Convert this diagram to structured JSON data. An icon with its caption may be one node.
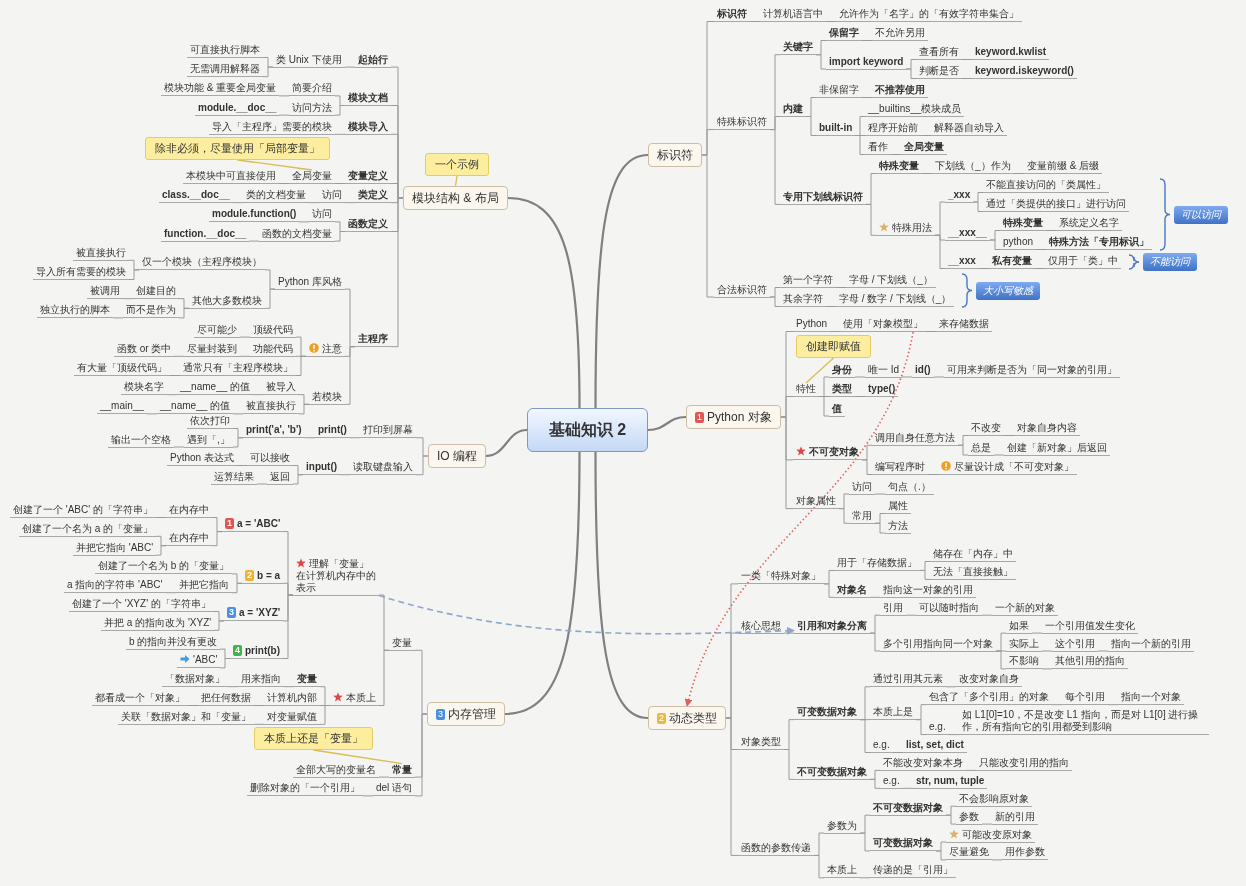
{
  "diagram": {
    "nodes": [
      {
        "text": [
          "基础知识 2"
        ]
      },
      {
        "text": [
          "标识符"
        ]
      },
      {
        "text": [
          "标识符"
        ]
      },
      {
        "text": [
          "计算机语言中"
        ]
      },
      {
        "text": [
          "允许作为「名字」的「有效字符串集合」"
        ]
      },
      {
        "text": [
          "特殊标识符"
        ]
      },
      {
        "text": [
          "关键字"
        ]
      },
      {
        "text": [
          "保留字"
        ]
      },
      {
        "text": [
          "不允许另用"
        ]
      },
      {
        "text": [
          "import keyword"
        ]
      },
      {
        "text": [
          "查看所有"
        ]
      },
      {
        "text": [
          "keyword.kwlist"
        ]
      },
      {
        "text": [
          "判断是否"
        ]
      },
      {
        "text": [
          "keyword.iskeyword()"
        ]
      },
      {
        "text": [
          "内建"
        ]
      },
      {
        "text": [
          "非保留字"
        ]
      },
      {
        "text": [
          "不推荐使用"
        ]
      },
      {
        "text": [
          "built-in"
        ]
      },
      {
        "text": [
          "__builtins__模块成员"
        ]
      },
      {
        "text": [
          "程序开始前"
        ]
      },
      {
        "text": [
          "解释器自动导入"
        ]
      },
      {
        "text": [
          "看作"
        ]
      },
      {
        "text": [
          "全局变量"
        ]
      },
      {
        "text": [
          "专用下划线标识符"
        ]
      },
      {
        "text": [
          "特殊变量"
        ]
      },
      {
        "text": [
          "下划线（_）作为"
        ]
      },
      {
        "text": [
          "变量前缀 & 后缀"
        ]
      },
      {
        "text": [
          "特殊用法"
        ]
      },
      {
        "text": [
          "_xxx"
        ]
      },
      {
        "text": [
          "不能直接访问的「类属性」"
        ]
      },
      {
        "text": [
          "通过「类提供的接口」进行访问"
        ]
      },
      {
        "text": [
          "__xxx__"
        ]
      },
      {
        "text": [
          "特殊变量"
        ]
      },
      {
        "text": [
          "系统定义名字"
        ]
      },
      {
        "text": [
          "python"
        ]
      },
      {
        "text": [
          "特殊方法「专用标识」"
        ]
      },
      {
        "text": [
          "__xxx"
        ]
      },
      {
        "text": [
          "私有变量"
        ]
      },
      {
        "text": [
          "仅用于「类」中"
        ]
      },
      {
        "text": [
          "合法标识符"
        ]
      },
      {
        "text": [
          "第一个字符"
        ]
      },
      {
        "text": [
          "字母 / 下划线（_）"
        ]
      },
      {
        "text": [
          "其余字符"
        ]
      },
      {
        "text": [
          "字母 / 数字 / 下划线（_）"
        ]
      },
      {
        "text": [
          "可以访问"
        ]
      },
      {
        "text": [
          "不能访问"
        ]
      },
      {
        "text": [
          "大小写敏感"
        ]
      },
      {
        "text": [
          "1",
          "Python 对象"
        ]
      },
      {
        "text": [
          "Python"
        ]
      },
      {
        "text": [
          "使用「对象模型」"
        ]
      },
      {
        "text": [
          "来存储数据"
        ]
      },
      {
        "text": [
          "特性"
        ]
      },
      {
        "text": [
          "身份"
        ]
      },
      {
        "text": [
          "唯一 Id"
        ]
      },
      {
        "text": [
          "id()"
        ]
      },
      {
        "text": [
          "可用来判断是否为「同一对象的引用」"
        ]
      },
      {
        "text": [
          "类型"
        ]
      },
      {
        "text": [
          "type()"
        ]
      },
      {
        "text": [
          "值"
        ]
      },
      {
        "text": [
          "不可变对象"
        ]
      },
      {
        "text": [
          "调用自身任意方法"
        ]
      },
      {
        "text": [
          "不改变"
        ]
      },
      {
        "text": [
          "对象自身内容"
        ]
      },
      {
        "text": [
          "总是"
        ]
      },
      {
        "text": [
          "创建「新对象」后返回"
        ]
      },
      {
        "text": [
          "编写程序时"
        ]
      },
      {
        "text": [
          "尽量设计成「不可变对象」"
        ]
      },
      {
        "text": [
          "对象属性"
        ]
      },
      {
        "text": [
          "访问"
        ]
      },
      {
        "text": [
          "句点（.）"
        ]
      },
      {
        "text": [
          "常用"
        ]
      },
      {
        "text": [
          "属性"
        ]
      },
      {
        "text": [
          "方法"
        ]
      },
      {
        "text": [
          "创建即赋值"
        ]
      },
      {
        "text": [
          "2",
          "动态类型"
        ]
      },
      {
        "text": [
          "一类「特殊对象」"
        ]
      },
      {
        "text": [
          "用于「存储数据」"
        ]
      },
      {
        "text": [
          "储存在「内存」中"
        ]
      },
      {
        "text": [
          "无法「直接接触」"
        ]
      },
      {
        "text": [
          "对象名"
        ]
      },
      {
        "text": [
          "指向这一对象的引用"
        ]
      },
      {
        "text": [
          "核心思想"
        ]
      },
      {
        "text": [
          "引用和对象分离"
        ]
      },
      {
        "text": [
          "引用"
        ]
      },
      {
        "text": [
          "可以随时指向"
        ]
      },
      {
        "text": [
          "一个新的对象"
        ]
      },
      {
        "text": [
          "多个引用指向同一个对象"
        ]
      },
      {
        "text": [
          "如果"
        ]
      },
      {
        "text": [
          "一个引用值发生变化"
        ]
      },
      {
        "text": [
          "实际上"
        ]
      },
      {
        "text": [
          "这个引用"
        ]
      },
      {
        "text": [
          "指向一个新的引用"
        ]
      },
      {
        "text": [
          "不影响"
        ]
      },
      {
        "text": [
          "其他引用的指向"
        ]
      },
      {
        "text": [
          "对象类型"
        ]
      },
      {
        "text": [
          "可变数据对象"
        ]
      },
      {
        "text": [
          "通过引用其元素"
        ]
      },
      {
        "text": [
          "改变对象自身"
        ]
      },
      {
        "text": [
          "本质上是"
        ]
      },
      {
        "text": [
          "包含了「多个引用」的对象"
        ]
      },
      {
        "text": [
          "每个引用"
        ]
      },
      {
        "text": [
          "指向一个对象"
        ]
      },
      {
        "text": [
          "e.g."
        ]
      },
      {
        "text": [
          "如 L1[0]=10，不是改变 L1 指向，而是对 L1[0] 进行操作，所有指向它的引用都受到影响"
        ]
      },
      {
        "text": [
          "e.g."
        ]
      },
      {
        "text": [
          "list, set, dict"
        ]
      },
      {
        "text": [
          "不可变数据对象"
        ]
      },
      {
        "text": [
          "不能改变对象本身"
        ]
      },
      {
        "text": [
          "只能改变引用的指向"
        ]
      },
      {
        "text": [
          "e.g."
        ]
      },
      {
        "text": [
          "str, num, tuple"
        ]
      },
      {
        "text": [
          "函数的参数传递"
        ]
      },
      {
        "text": [
          "参数为"
        ]
      },
      {
        "text": [
          "不可变数据对象"
        ]
      },
      {
        "text": [
          "不会影响原对象"
        ]
      },
      {
        "text": [
          "参数"
        ]
      },
      {
        "text": [
          "新的引用"
        ]
      },
      {
        "text": [
          "可变数据对象"
        ]
      },
      {
        "text": [
          "可能改变原对象"
        ]
      },
      {
        "text": [
          "尽量避免"
        ]
      },
      {
        "text": [
          "用作参数"
        ]
      },
      {
        "text": [
          "本质上"
        ]
      },
      {
        "text": [
          "传递的是「引用」"
        ]
      },
      {
        "text": [
          "模块结构 & 布局"
        ]
      },
      {
        "text": [
          "起始行"
        ]
      },
      {
        "text": [
          "类 Unix 下使用"
        ]
      },
      {
        "text": [
          "可直接执行脚本"
        ]
      },
      {
        "text": [
          "无需调用解释器"
        ]
      },
      {
        "text": [
          "模块文档"
        ]
      },
      {
        "text": [
          "简要介绍"
        ]
      },
      {
        "text": [
          "模块功能 & 重要全局变量"
        ]
      },
      {
        "text": [
          "访问方法"
        ]
      },
      {
        "text": [
          "module.__doc__"
        ]
      },
      {
        "text": [
          "模块导入"
        ]
      },
      {
        "text": [
          "导入「主程序」需要的模块"
        ]
      },
      {
        "text": [
          "变量定义"
        ]
      },
      {
        "text": [
          "全局变量"
        ]
      },
      {
        "text": [
          "本模块中可直接使用"
        ]
      },
      {
        "text": [
          "类定义"
        ]
      },
      {
        "text": [
          "访问"
        ]
      },
      {
        "text": [
          "类的文档变量"
        ]
      },
      {
        "text": [
          "class.__doc__"
        ]
      },
      {
        "text": [
          "函数定义"
        ]
      },
      {
        "text": [
          "访问"
        ]
      },
      {
        "text": [
          "module.function()"
        ]
      },
      {
        "text": [
          "函数的文档变量"
        ]
      },
      {
        "text": [
          "function.__doc__"
        ]
      },
      {
        "text": [
          "主程序"
        ]
      },
      {
        "text": [
          "Python 库风格"
        ]
      },
      {
        "text": [
          "仅一个模块（主程序模块）"
        ]
      },
      {
        "text": [
          "被直接执行"
        ]
      },
      {
        "text": [
          "导入所有需要的模块"
        ]
      },
      {
        "text": [
          "其他大多数模块"
        ]
      },
      {
        "text": [
          "创建目的"
        ]
      },
      {
        "text": [
          "被调用"
        ]
      },
      {
        "text": [
          "而不是作为"
        ]
      },
      {
        "text": [
          "独立执行的脚本"
        ]
      },
      {
        "text": [
          "注意"
        ]
      },
      {
        "text": [
          "顶级代码"
        ]
      },
      {
        "text": [
          "尽可能少"
        ]
      },
      {
        "text": [
          "功能代码"
        ]
      },
      {
        "text": [
          "尽量封装到"
        ]
      },
      {
        "text": [
          "函数 or 类中"
        ]
      },
      {
        "text": [
          "通常只有「主程序模块」"
        ]
      },
      {
        "text": [
          "有大量「顶级代码」"
        ]
      },
      {
        "text": [
          "若模块"
        ]
      },
      {
        "text": [
          "被导入"
        ]
      },
      {
        "text": [
          "__name__ 的值"
        ]
      },
      {
        "text": [
          "模块名字"
        ]
      },
      {
        "text": [
          "被直接执行"
        ]
      },
      {
        "text": [
          "__name__ 的值"
        ]
      },
      {
        "text": [
          "__main__"
        ]
      },
      {
        "text": [
          "一个示例"
        ]
      },
      {
        "text": [
          "除非必须，尽量使用「局部变量」"
        ]
      },
      {
        "text": [
          "IO 编程"
        ]
      },
      {
        "text": [
          "打印到屏幕"
        ]
      },
      {
        "text": [
          "print()"
        ]
      },
      {
        "text": [
          "print('a', 'b')"
        ]
      },
      {
        "text": [
          "依次打印"
        ]
      },
      {
        "text": [
          "遇到「,」"
        ]
      },
      {
        "text": [
          "输出一个空格"
        ]
      },
      {
        "text": [
          "读取键盘输入"
        ]
      },
      {
        "text": [
          "input()"
        ]
      },
      {
        "text": [
          "可以接收"
        ]
      },
      {
        "text": [
          "Python 表达式"
        ]
      },
      {
        "text": [
          "返回"
        ]
      },
      {
        "text": [
          "运算结果"
        ]
      },
      {
        "text": [
          "3",
          "内存管理"
        ]
      },
      {
        "text": [
          "变量"
        ]
      },
      {
        "text": [
          "理解「变量」在计算机内存中的表示"
        ]
      },
      {
        "text": [
          "1",
          "a = 'ABC'"
        ]
      },
      {
        "text": [
          "在内存中"
        ]
      },
      {
        "text": [
          "创建了一个 'ABC' 的「字符串」"
        ]
      },
      {
        "text": [
          "在内存中"
        ]
      },
      {
        "text": [
          "创建了一个名为 a 的「变量」"
        ]
      },
      {
        "text": [
          "并把它指向 'ABC'"
        ]
      },
      {
        "text": [
          "2",
          "b = a"
        ]
      },
      {
        "text": [
          "创建了一个名为 b 的「变量」"
        ]
      },
      {
        "text": [
          "并把它指向"
        ]
      },
      {
        "text": [
          "a 指向的字符串 'ABC'"
        ]
      },
      {
        "text": [
          "3",
          "a = 'XYZ'"
        ]
      },
      {
        "text": [
          "创建了一个 'XYZ' 的「字符串」"
        ]
      },
      {
        "text": [
          "并把 a 的指向改为 'XYZ'"
        ]
      },
      {
        "text": [
          "4",
          "print(b)"
        ]
      },
      {
        "text": [
          "b 的指向并没有更改"
        ]
      },
      {
        "text": [
          "'ABC'"
        ]
      },
      {
        "text": [
          "本质上"
        ]
      },
      {
        "text": [
          "变量"
        ]
      },
      {
        "text": [
          "用来指向"
        ]
      },
      {
        "text": [
          "「数据对象」"
        ]
      },
      {
        "text": [
          "计算机内部"
        ]
      },
      {
        "text": [
          "把任何数据"
        ]
      },
      {
        "text": [
          "都看成一个「对象」"
        ]
      },
      {
        "text": [
          "对变量赋值"
        ]
      },
      {
        "text": [
          "关联「数据对象」和「变量」"
        ]
      },
      {
        "text": [
          "常量"
        ]
      },
      {
        "text": [
          "全部大写的变量名"
        ]
      },
      {
        "text": [
          "del 语句"
        ]
      },
      {
        "text": [
          "删除对象的「一个引用」"
        ]
      },
      {
        "text": [
          "本质上还是「变量」"
        ]
      }
    ],
    "edges": [
      {
        "from": 0,
        "to": 1,
        "arrow": "none"
      },
      {
        "from": 1,
        "to": 2,
        "arrow": "none"
      },
      {
        "from": 2,
        "to": 3,
        "arrow": "none"
      },
      {
        "from": 3,
        "to": 4,
        "arrow": "none"
      },
      {
        "from": 1,
        "to": 5,
        "arrow": "none"
      },
      {
        "from": 5,
        "to": 6,
        "arrow": "none"
      },
      {
        "from": 6,
        "to": 7,
        "arrow": "none"
      },
      {
        "from": 7,
        "to": 8,
        "arrow": "none"
      },
      {
        "from": 6,
        "to": 9,
        "arrow": "none"
      },
      {
        "from": 9,
        "to": 10,
        "arrow": "none"
      },
      {
        "from": 10,
        "to": 11,
        "arrow": "none"
      },
      {
        "from": 9,
        "to": 12,
        "arrow": "none"
      },
      {
        "from": 12,
        "to": 13,
        "arrow": "none"
      },
      {
        "from": 5,
        "to": 14,
        "arrow": "none"
      },
      {
        "from": 14,
        "to": 15,
        "arrow": "none"
      },
      {
        "from": 15,
        "to": 16,
        "arrow": "none"
      },
      {
        "from": 14,
        "to": 17,
        "arrow": "none"
      },
      {
        "from": 17,
        "to": 18,
        "arrow": "none"
      },
      {
        "from": 17,
        "to": 19,
        "arrow": "none"
      },
      {
        "from": 19,
        "to": 20,
        "arrow": "none"
      },
      {
        "from": 17,
        "to": 21,
        "arrow": "none"
      },
      {
        "from": 21,
        "to": 22,
        "arrow": "none"
      },
      {
        "from": 5,
        "to": 23,
        "arrow": "none"
      },
      {
        "from": 23,
        "to": 24,
        "arrow": "none"
      },
      {
        "from": 24,
        "to": 25,
        "arrow": "none"
      },
      {
        "from": 25,
        "to": 26,
        "arrow": "none"
      },
      {
        "from": 23,
        "to": 27,
        "arrow": "none"
      },
      {
        "from": 27,
        "to": 28,
        "arrow": "none"
      },
      {
        "from": 28,
        "to": 29,
        "arrow": "none"
      },
      {
        "from": 28,
        "to": 30,
        "arrow": "none"
      },
      {
        "from": 27,
        "to": 31,
        "arrow": "none"
      },
      {
        "from": 31,
        "to": 32,
        "arrow": "none"
      },
      {
        "from": 32,
        "to": 33,
        "arrow": "none"
      },
      {
        "from": 31,
        "to": 34,
        "arrow": "none"
      },
      {
        "from": 34,
        "to": 35,
        "arrow": "none"
      },
      {
        "from": 27,
        "to": 36,
        "arrow": "none"
      },
      {
        "from": 36,
        "to": 37,
        "arrow": "none"
      },
      {
        "from": 37,
        "to": 38,
        "arrow": "none"
      },
      {
        "from": 1,
        "to": 39,
        "arrow": "none"
      },
      {
        "from": 39,
        "to": 40,
        "arrow": "none"
      },
      {
        "from": 40,
        "to": 41,
        "arrow": "none"
      },
      {
        "from": 39,
        "to": 42,
        "arrow": "none"
      },
      {
        "from": 42,
        "to": 43,
        "arrow": "none"
      },
      {
        "from": 0,
        "to": 47,
        "arrow": "none"
      },
      {
        "from": 47,
        "to": 48,
        "arrow": "none"
      },
      {
        "from": 48,
        "to": 49,
        "arrow": "none"
      },
      {
        "from": 49,
        "to": 50,
        "arrow": "none"
      },
      {
        "from": 47,
        "to": 51,
        "arrow": "none"
      },
      {
        "from": 51,
        "to": 52,
        "arrow": "none"
      },
      {
        "from": 52,
        "to": 53,
        "arrow": "none"
      },
      {
        "from": 53,
        "to": 54,
        "arrow": "none"
      },
      {
        "from": 54,
        "to": 55,
        "arrow": "none"
      },
      {
        "from": 51,
        "to": 56,
        "arrow": "none"
      },
      {
        "from": 56,
        "to": 57,
        "arrow": "none"
      },
      {
        "from": 51,
        "to": 58,
        "arrow": "none"
      },
      {
        "from": 47,
        "to": 59,
        "arrow": "none"
      },
      {
        "from": 59,
        "to": 60,
        "arrow": "none"
      },
      {
        "from": 60,
        "to": 61,
        "arrow": "none"
      },
      {
        "from": 61,
        "to": 62,
        "arrow": "none"
      },
      {
        "from": 60,
        "to": 63,
        "arrow": "none"
      },
      {
        "from": 63,
        "to": 64,
        "arrow": "none"
      },
      {
        "from": 59,
        "to": 65,
        "arrow": "none"
      },
      {
        "from": 65,
        "to": 66,
        "arrow": "none"
      },
      {
        "from": 47,
        "to": 67,
        "arrow": "none"
      },
      {
        "from": 67,
        "to": 68,
        "arrow": "none"
      },
      {
        "from": 68,
        "to": 69,
        "arrow": "none"
      },
      {
        "from": 67,
        "to": 70,
        "arrow": "none"
      },
      {
        "from": 70,
        "to": 71,
        "arrow": "none"
      },
      {
        "from": 70,
        "to": 72,
        "arrow": "none"
      },
      {
        "from": 0,
        "to": 74,
        "arrow": "none"
      },
      {
        "from": 74,
        "to": 75,
        "arrow": "none"
      },
      {
        "from": 75,
        "to": 76,
        "arrow": "none"
      },
      {
        "from": 76,
        "to": 77,
        "arrow": "none"
      },
      {
        "from": 76,
        "to": 78,
        "arrow": "none"
      },
      {
        "from": 75,
        "to": 79,
        "arrow": "none"
      },
      {
        "from": 79,
        "to": 80,
        "arrow": "none"
      },
      {
        "from": 74,
        "to": 81,
        "arrow": "none"
      },
      {
        "from": 81,
        "to": 82,
        "arrow": "none"
      },
      {
        "from": 82,
        "to": 83,
        "arrow": "none"
      },
      {
        "from": 83,
        "to": 84,
        "arrow": "none"
      },
      {
        "from": 84,
        "to": 85,
        "arrow": "none"
      },
      {
        "from": 82,
        "to": 86,
        "arrow": "none"
      },
      {
        "from": 86,
        "to": 87,
        "arrow": "none"
      },
      {
        "from": 87,
        "to": 88,
        "arrow": "none"
      },
      {
        "from": 86,
        "to": 89,
        "arrow": "none"
      },
      {
        "from": 89,
        "to": 90,
        "arrow": "none"
      },
      {
        "from": 90,
        "to": 91,
        "arrow": "none"
      },
      {
        "from": 86,
        "to": 92,
        "arrow": "none"
      },
      {
        "from": 92,
        "to": 93,
        "arrow": "none"
      },
      {
        "from": 74,
        "to": 94,
        "arrow": "none"
      },
      {
        "from": 94,
        "to": 95,
        "arrow": "none"
      },
      {
        "from": 95,
        "to": 96,
        "arrow": "none"
      },
      {
        "from": 96,
        "to": 97,
        "arrow": "none"
      },
      {
        "from": 95,
        "to": 98,
        "arrow": "none"
      },
      {
        "from": 98,
        "to": 99,
        "arrow": "none"
      },
      {
        "from": 99,
        "to": 100,
        "arrow": "none"
      },
      {
        "from": 100,
        "to": 101,
        "arrow": "none"
      },
      {
        "from": 98,
        "to": 102,
        "arrow": "none"
      },
      {
        "from": 102,
        "to": 103,
        "arrow": "none"
      },
      {
        "from": 95,
        "to": 104,
        "arrow": "none"
      },
      {
        "from": 104,
        "to": 105,
        "arrow": "none"
      },
      {
        "from": 94,
        "to": 106,
        "arrow": "none"
      },
      {
        "from": 106,
        "to": 107,
        "arrow": "none"
      },
      {
        "from": 107,
        "to": 108,
        "arrow": "none"
      },
      {
        "from": 106,
        "to": 109,
        "arrow": "none"
      },
      {
        "from": 109,
        "to": 110,
        "arrow": "none"
      },
      {
        "from": 74,
        "to": 111,
        "arrow": "none"
      },
      {
        "from": 111,
        "to": 112,
        "arrow": "none"
      },
      {
        "from": 112,
        "to": 113,
        "arrow": "none"
      },
      {
        "from": 113,
        "to": 114,
        "arrow": "none"
      },
      {
        "from": 113,
        "to": 115,
        "arrow": "none"
      },
      {
        "from": 115,
        "to": 116,
        "arrow": "none"
      },
      {
        "from": 112,
        "to": 117,
        "arrow": "none"
      },
      {
        "from": 117,
        "to": 118,
        "arrow": "none"
      },
      {
        "from": 117,
        "to": 119,
        "arrow": "none"
      },
      {
        "from": 119,
        "to": 120,
        "arrow": "none"
      },
      {
        "from": 111,
        "to": 121,
        "arrow": "none"
      },
      {
        "from": 121,
        "to": 122,
        "arrow": "none"
      },
      {
        "from": 0,
        "to": 123,
        "arrow": "none"
      },
      {
        "from": 123,
        "to": 124,
        "arrow": "none"
      },
      {
        "from": 124,
        "to": 125,
        "arrow": "none"
      },
      {
        "from": 125,
        "to": 126,
        "arrow": "none"
      },
      {
        "from": 125,
        "to": 127,
        "arrow": "none"
      },
      {
        "from": 123,
        "to": 128,
        "arrow": "none"
      },
      {
        "from": 128,
        "to": 129,
        "arrow": "none"
      },
      {
        "from": 129,
        "to": 130,
        "arrow": "none"
      },
      {
        "from": 128,
        "to": 131,
        "arrow": "none"
      },
      {
        "from": 131,
        "to": 132,
        "arrow": "none"
      },
      {
        "from": 123,
        "to": 133,
        "arrow": "none"
      },
      {
        "from": 133,
        "to": 134,
        "arrow": "none"
      },
      {
        "from": 123,
        "to": 135,
        "arrow": "none"
      },
      {
        "from": 135,
        "to": 136,
        "arrow": "none"
      },
      {
        "from": 136,
        "to": 137,
        "arrow": "none"
      },
      {
        "from": 123,
        "to": 138,
        "arrow": "none"
      },
      {
        "from": 138,
        "to": 139,
        "arrow": "none"
      },
      {
        "from": 139,
        "to": 140,
        "arrow": "none"
      },
      {
        "from": 140,
        "to": 141,
        "arrow": "none"
      },
      {
        "from": 123,
        "to": 142,
        "arrow": "none"
      },
      {
        "from": 142,
        "to": 143,
        "arrow": "none"
      },
      {
        "from": 143,
        "to": 144,
        "arrow": "none"
      },
      {
        "from": 142,
        "to": 145,
        "arrow": "none"
      },
      {
        "from": 145,
        "to": 146,
        "arrow": "none"
      },
      {
        "from": 123,
        "to": 147,
        "arrow": "none"
      },
      {
        "from": 147,
        "to": 148,
        "arrow": "none"
      },
      {
        "from": 148,
        "to": 149,
        "arrow": "none"
      },
      {
        "from": 149,
        "to": 150,
        "arrow": "none"
      },
      {
        "from": 149,
        "to": 151,
        "arrow": "none"
      },
      {
        "from": 148,
        "to": 152,
        "arrow": "none"
      },
      {
        "from": 152,
        "to": 153,
        "arrow": "none"
      },
      {
        "from": 153,
        "to": 154,
        "arrow": "none"
      },
      {
        "from": 152,
        "to": 155,
        "arrow": "none"
      },
      {
        "from": 155,
        "to": 156,
        "arrow": "none"
      },
      {
        "from": 147,
        "to": 157,
        "arrow": "none"
      },
      {
        "from": 157,
        "to": 158,
        "arrow": "none"
      },
      {
        "from": 158,
        "to": 159,
        "arrow": "none"
      },
      {
        "from": 157,
        "to": 160,
        "arrow": "none"
      },
      {
        "from": 160,
        "to": 161,
        "arrow": "none"
      },
      {
        "from": 161,
        "to": 162,
        "arrow": "none"
      },
      {
        "from": 157,
        "to": 163,
        "arrow": "none"
      },
      {
        "from": 163,
        "to": 164,
        "arrow": "none"
      },
      {
        "from": 147,
        "to": 165,
        "arrow": "none"
      },
      {
        "from": 165,
        "to": 166,
        "arrow": "none"
      },
      {
        "from": 166,
        "to": 167,
        "arrow": "none"
      },
      {
        "from": 167,
        "to": 168,
        "arrow": "none"
      },
      {
        "from": 165,
        "to": 169,
        "arrow": "none"
      },
      {
        "from": 169,
        "to": 170,
        "arrow": "none"
      },
      {
        "from": 170,
        "to": 171,
        "arrow": "none"
      },
      {
        "from": 0,
        "to": 174,
        "arrow": "none"
      },
      {
        "from": 174,
        "to": 175,
        "arrow": "none"
      },
      {
        "from": 175,
        "to": 176,
        "arrow": "none"
      },
      {
        "from": 176,
        "to": 177,
        "arrow": "none"
      },
      {
        "from": 177,
        "to": 178,
        "arrow": "none"
      },
      {
        "from": 177,
        "to": 179,
        "arrow": "none"
      },
      {
        "from": 179,
        "to": 180,
        "arrow": "none"
      },
      {
        "from": 174,
        "to": 181,
        "arrow": "none"
      },
      {
        "from": 181,
        "to": 182,
        "arrow": "none"
      },
      {
        "from": 182,
        "to": 183,
        "arrow": "none"
      },
      {
        "from": 183,
        "to": 184,
        "arrow": "none"
      },
      {
        "from": 182,
        "to": 185,
        "arrow": "none"
      },
      {
        "from": 185,
        "to": 186,
        "arrow": "none"
      },
      {
        "from": 0,
        "to": 187,
        "arrow": "none"
      },
      {
        "from": 187,
        "to": 188,
        "arrow": "none"
      },
      {
        "from": 188,
        "to": 189,
        "arrow": "none"
      },
      {
        "from": 189,
        "to": 190,
        "arrow": "none"
      },
      {
        "from": 190,
        "to": 191,
        "arrow": "none"
      },
      {
        "from": 191,
        "to": 192,
        "arrow": "none"
      },
      {
        "from": 190,
        "to": 193,
        "arrow": "none"
      },
      {
        "from": 193,
        "to": 194,
        "arrow": "none"
      },
      {
        "from": 193,
        "to": 195,
        "arrow": "none"
      },
      {
        "from": 189,
        "to": 196,
        "arrow": "none"
      },
      {
        "from": 196,
        "to": 197,
        "arrow": "none"
      },
      {
        "from": 196,
        "to": 198,
        "arrow": "none"
      },
      {
        "from": 198,
        "to": 199,
        "arrow": "none"
      },
      {
        "from": 189,
        "to": 200,
        "arrow": "none"
      },
      {
        "from": 200,
        "to": 201,
        "arrow": "none"
      },
      {
        "from": 200,
        "to": 202,
        "arrow": "none"
      },
      {
        "from": 189,
        "to": 203,
        "arrow": "none"
      },
      {
        "from": 203,
        "to": 204,
        "arrow": "none"
      },
      {
        "from": 203,
        "to": 205,
        "arrow": "none"
      },
      {
        "from": 188,
        "to": 206,
        "arrow": "none"
      },
      {
        "from": 206,
        "to": 207,
        "arrow": "none"
      },
      {
        "from": 207,
        "to": 208,
        "arrow": "none"
      },
      {
        "from": 208,
        "to": 209,
        "arrow": "none"
      },
      {
        "from": 206,
        "to": 210,
        "arrow": "none"
      },
      {
        "from": 210,
        "to": 211,
        "arrow": "none"
      },
      {
        "from": 211,
        "to": 212,
        "arrow": "none"
      },
      {
        "from": 206,
        "to": 213,
        "arrow": "none"
      },
      {
        "from": 213,
        "to": 214,
        "arrow": "none"
      },
      {
        "from": 187,
        "to": 215,
        "arrow": "none"
      },
      {
        "from": 215,
        "to": 216,
        "arrow": "none"
      },
      {
        "from": 187,
        "to": 217,
        "arrow": "none"
      },
      {
        "from": 217,
        "to": 218,
        "arrow": "none"
      },
      {
        "from": 73,
        "to": 51,
        "arrow": "none"
      },
      {
        "from": 172,
        "to": 123,
        "arrow": "none"
      },
      {
        "from": 173,
        "to": 136,
        "arrow": "none"
      },
      {
        "from": 219,
        "to": 215,
        "arrow": "none"
      },
      {
        "from": 189,
        "to": 82,
        "arrow": "to",
        "style": "dashed",
        "color": "#8fa6cc"
      },
      {
        "from": 49,
        "to": 74,
        "arrow": "to",
        "style": "dashed",
        "color": "#e06060"
      }
    ]
  }
}
